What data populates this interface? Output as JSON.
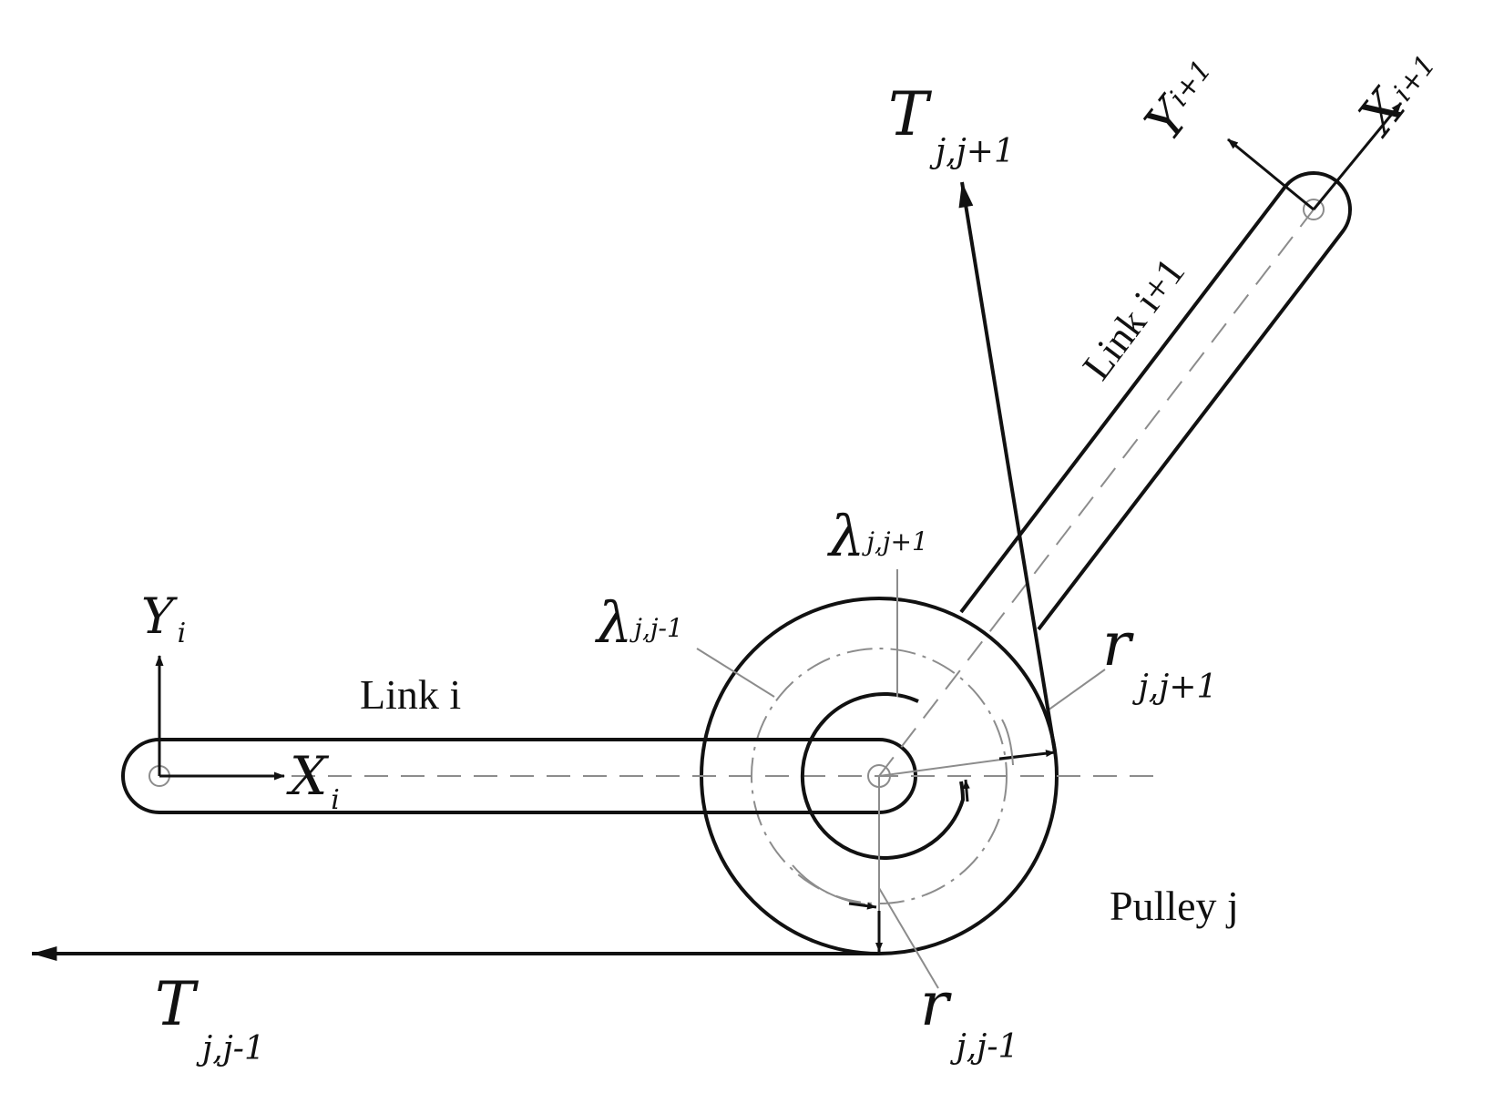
{
  "diagram": {
    "colors": {
      "ink": "#111111",
      "centerline": "#8c8c8c",
      "background": "#ffffff"
    },
    "labels": {
      "link_i": "Link i",
      "link_i_plus_1": "Link i+1",
      "pulley_j": "Pulley j"
    },
    "symbols": {
      "Yi": {
        "main": "Y",
        "sub": "i"
      },
      "Xi": {
        "main": "X",
        "sub": "i"
      },
      "Yi1": {
        "main": "Y",
        "sub": "i+1"
      },
      "Xi1": {
        "main": "X",
        "sub": "i+1"
      },
      "Tjj1": {
        "main": "T",
        "sub": "j,j+1"
      },
      "Tjjm1": {
        "main": "T",
        "sub": "j,j-1"
      },
      "lamjj1": {
        "main": "λ",
        "sub": "j,j+1"
      },
      "lamjjm1": {
        "main": "λ",
        "sub": "j,j-1"
      },
      "rjj1": {
        "main": "r",
        "sub": "j,j+1"
      },
      "rjjm1": {
        "main": "r",
        "sub": "j,j-1"
      }
    }
  }
}
